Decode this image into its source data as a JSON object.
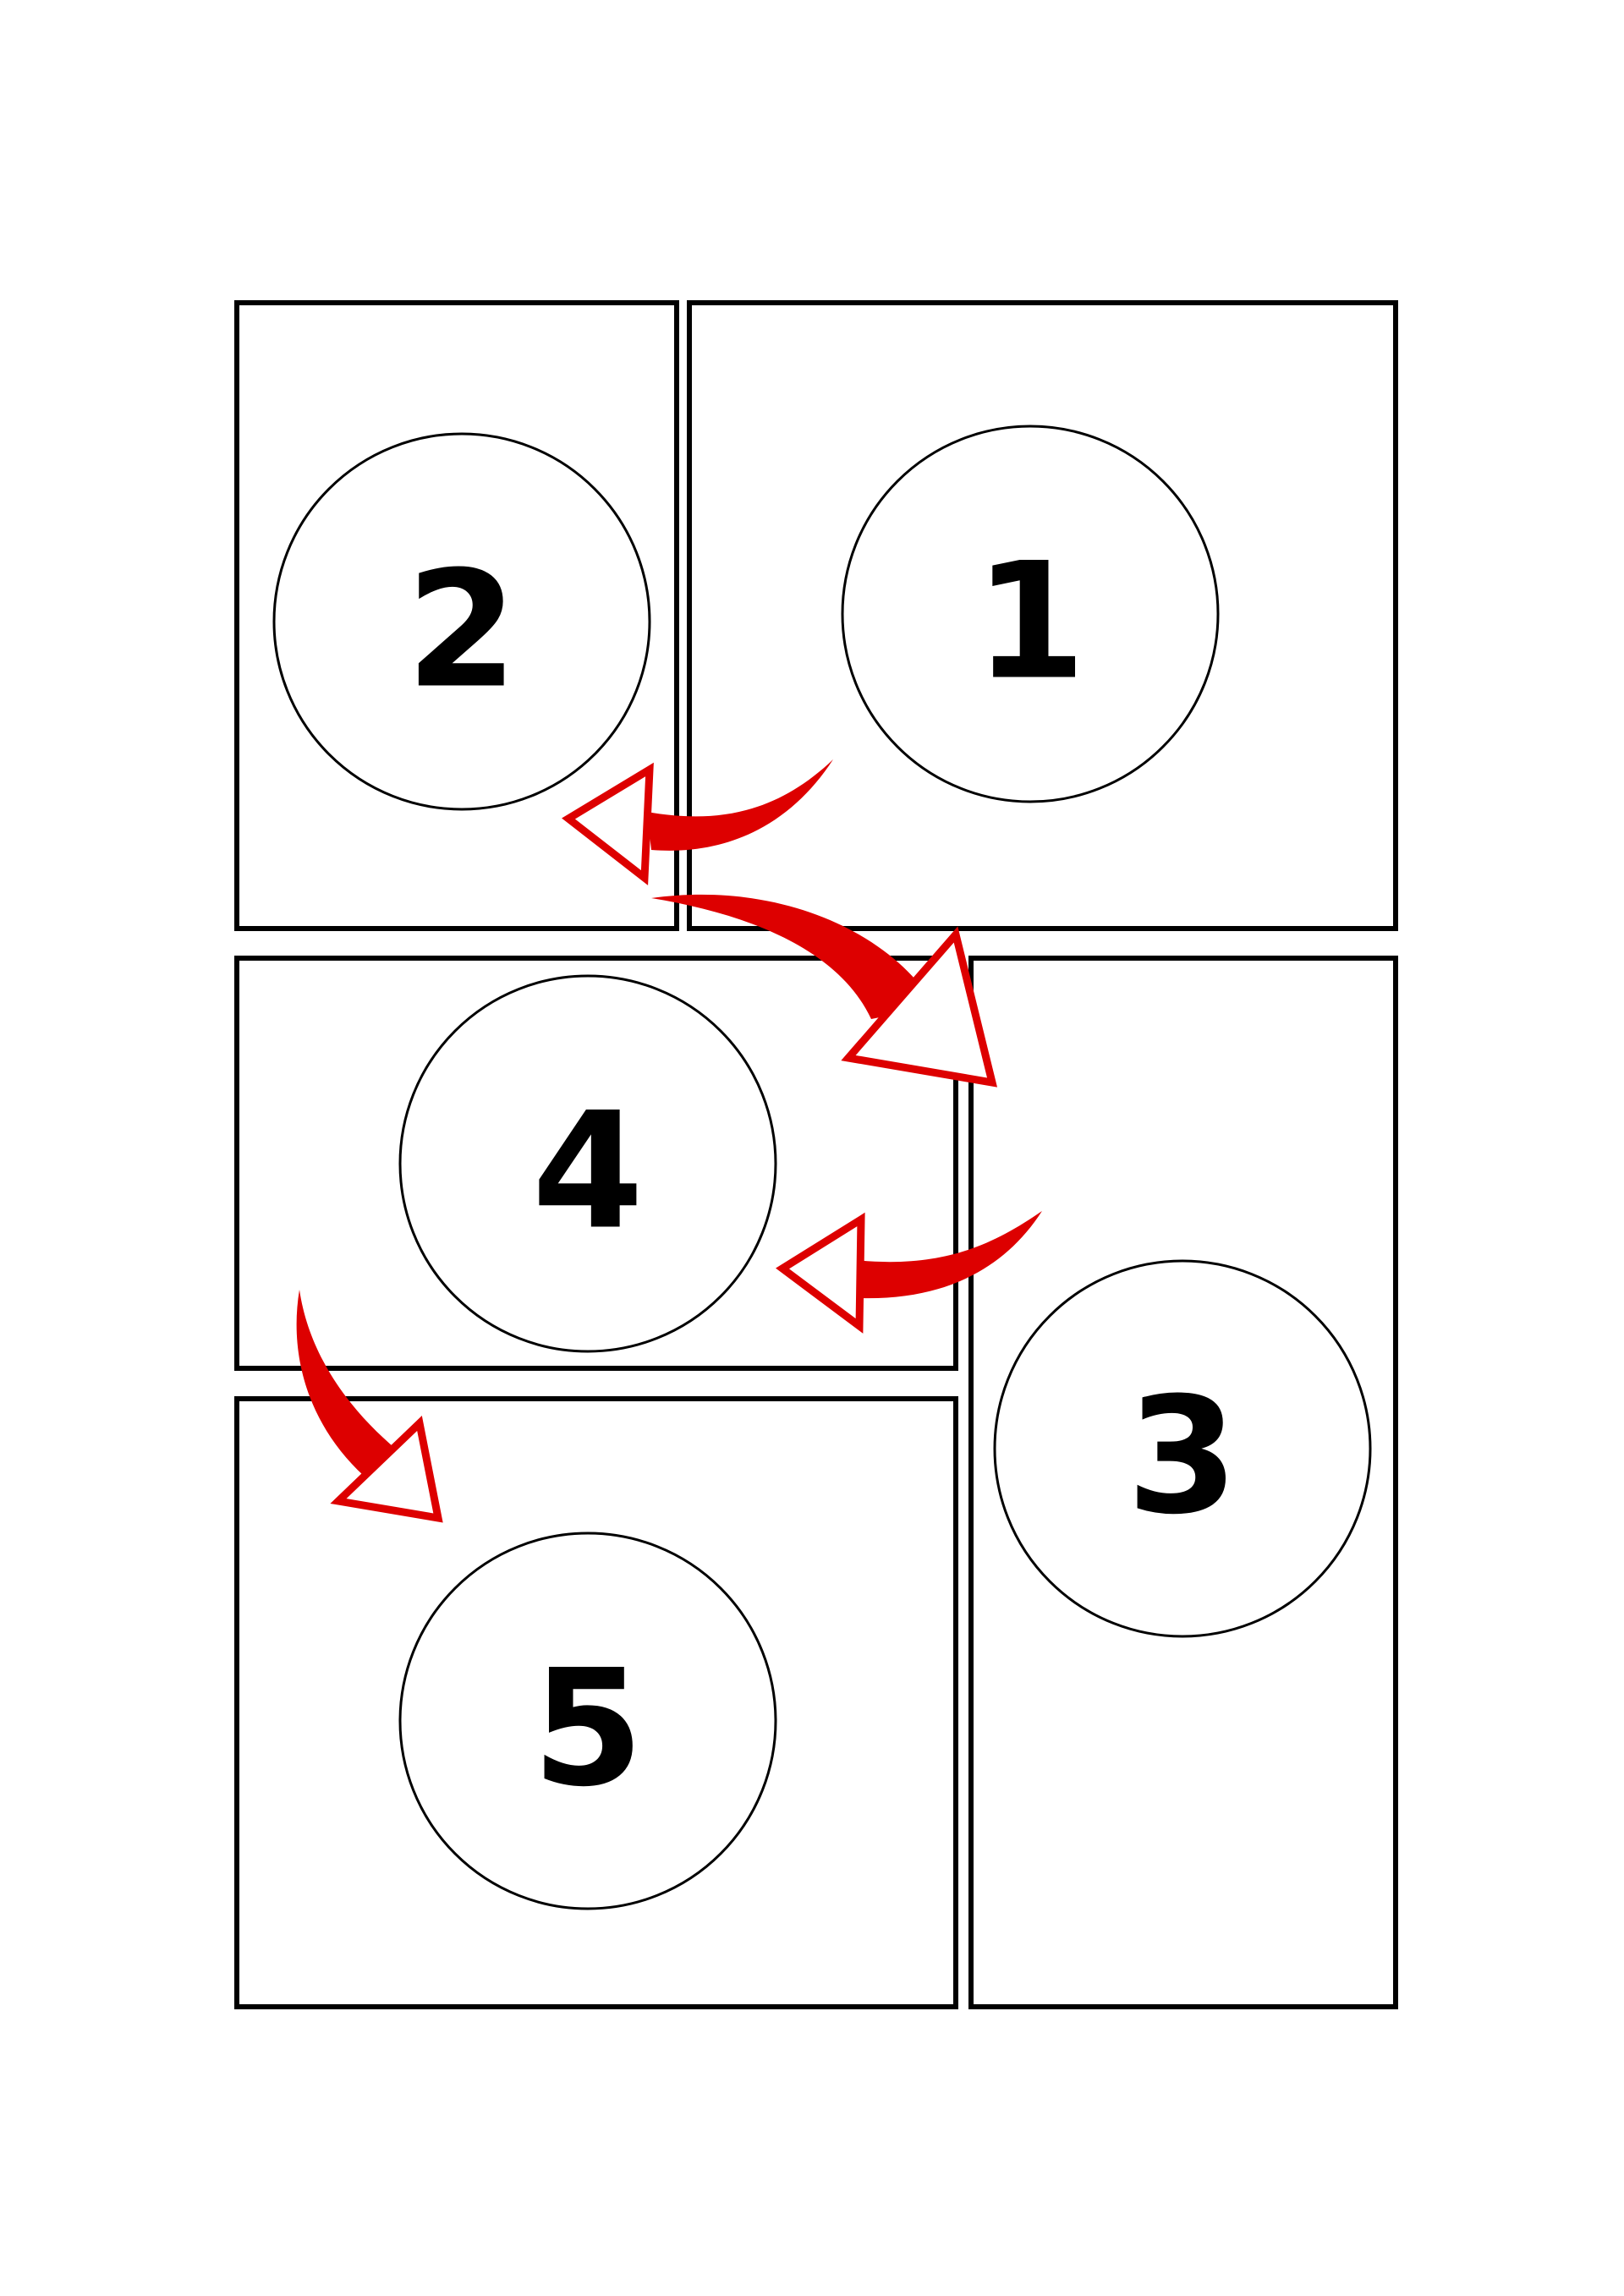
{
  "panels": [
    {
      "id": "panel-2",
      "label": "2"
    },
    {
      "id": "panel-1",
      "label": "1"
    },
    {
      "id": "panel-4",
      "label": "4"
    },
    {
      "id": "panel-3",
      "label": "3"
    },
    {
      "id": "panel-5",
      "label": "5"
    }
  ],
  "reading_order": [
    "1",
    "2",
    "3",
    "4",
    "5"
  ],
  "arrows": [
    {
      "from": "1",
      "to": "2"
    },
    {
      "from": "2",
      "to": "3"
    },
    {
      "from": "3",
      "to": "4"
    },
    {
      "from": "4",
      "to": "5"
    }
  ],
  "colors": {
    "panel_border": "#000000",
    "arrow": "#dd0000",
    "background": "#ffffff"
  }
}
